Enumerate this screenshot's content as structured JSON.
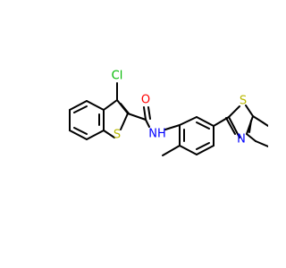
{
  "molecule": {
    "colors": {
      "bond": "#000000",
      "S": "#b8b800",
      "N": "#0000ff",
      "Cl": "#00b800",
      "O": "#ff0000",
      "background": "#ffffff"
    },
    "atom_labels": {
      "cl": "Cl",
      "o": "O",
      "s1": "S",
      "nh": "NH",
      "s2": "S",
      "n2": "N"
    }
  }
}
